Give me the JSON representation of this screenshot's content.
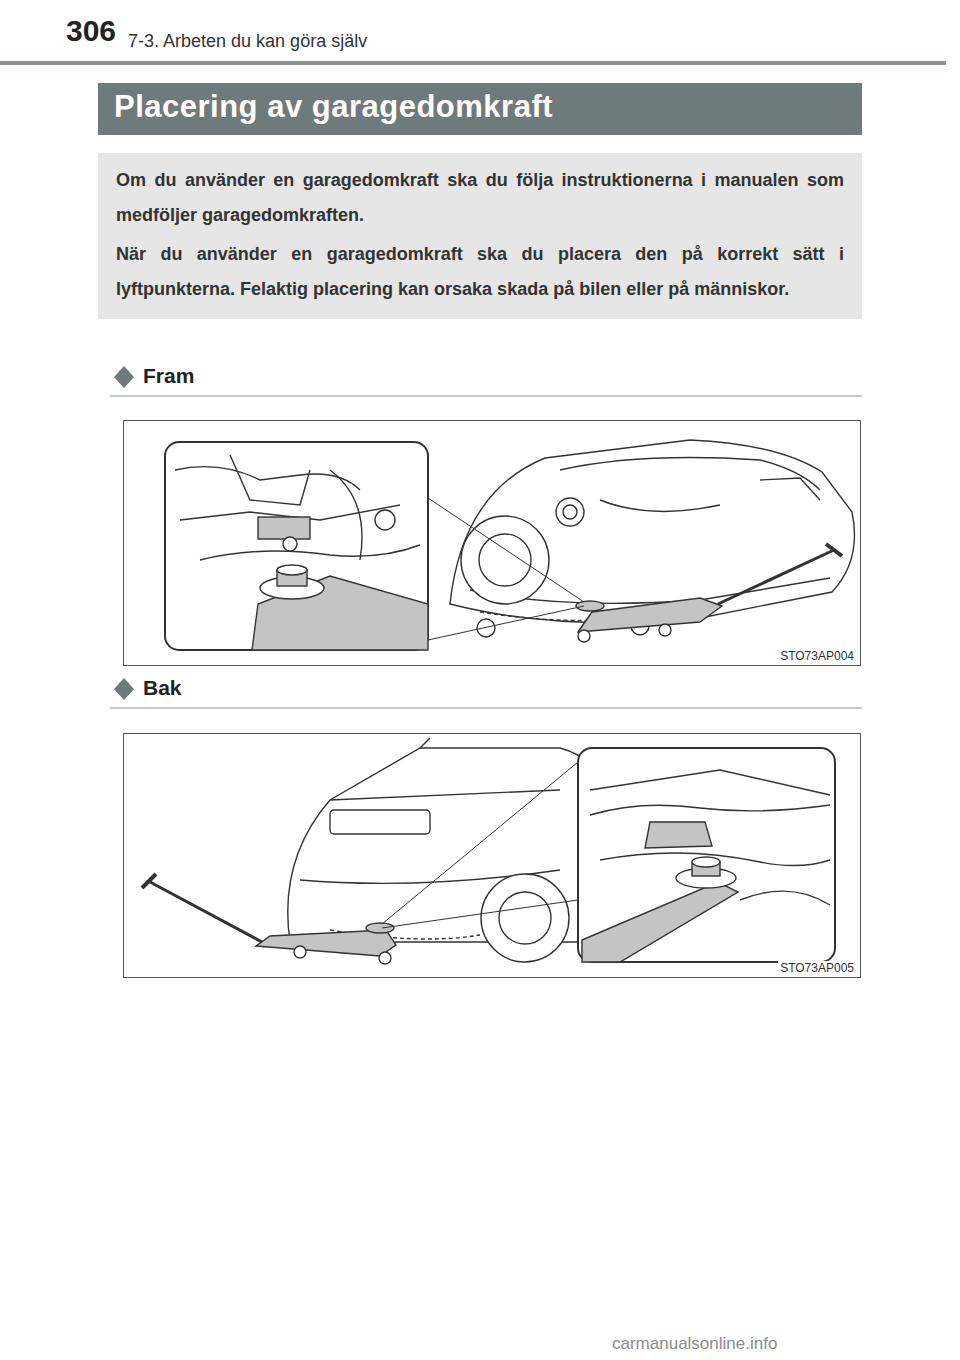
{
  "diagram": {
    "title": "Placering av garagedomkraft",
    "nodes": [
      {
        "text": [
          "Om du använder en garagedomkraft ska du följa instruktionerna i manualen som medföljer garagedomkraften.",
          "När du använder en garagedomkraft ska du placera den på korrekt sätt i lyftpunkterna. Felaktig placering kan orsaka skada på bilen eller på människor."
        ]
      },
      {
        "text": [
          "STO73AP004"
        ]
      },
      {
        "text": [
          "STO73AP005"
        ]
      }
    ],
    "labels": [
      "306",
      "7-3. Arbeten du kan göra själv",
      "Fram",
      "Bak",
      "carmanualsonline.info"
    ]
  }
}
